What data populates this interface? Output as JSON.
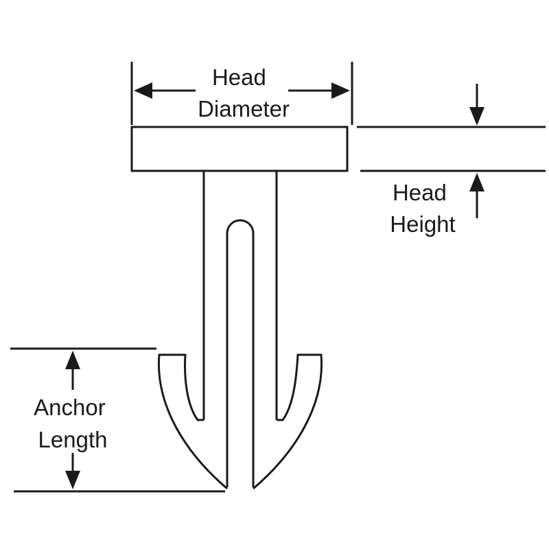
{
  "labels": {
    "head_diameter": [
      "Head",
      "Diameter"
    ],
    "head_height": [
      "Head",
      "Height"
    ],
    "anchor_length": [
      "Anchor",
      "Length"
    ]
  },
  "colors": {
    "stroke": "#1a1a1a",
    "background": "#ffffff"
  }
}
